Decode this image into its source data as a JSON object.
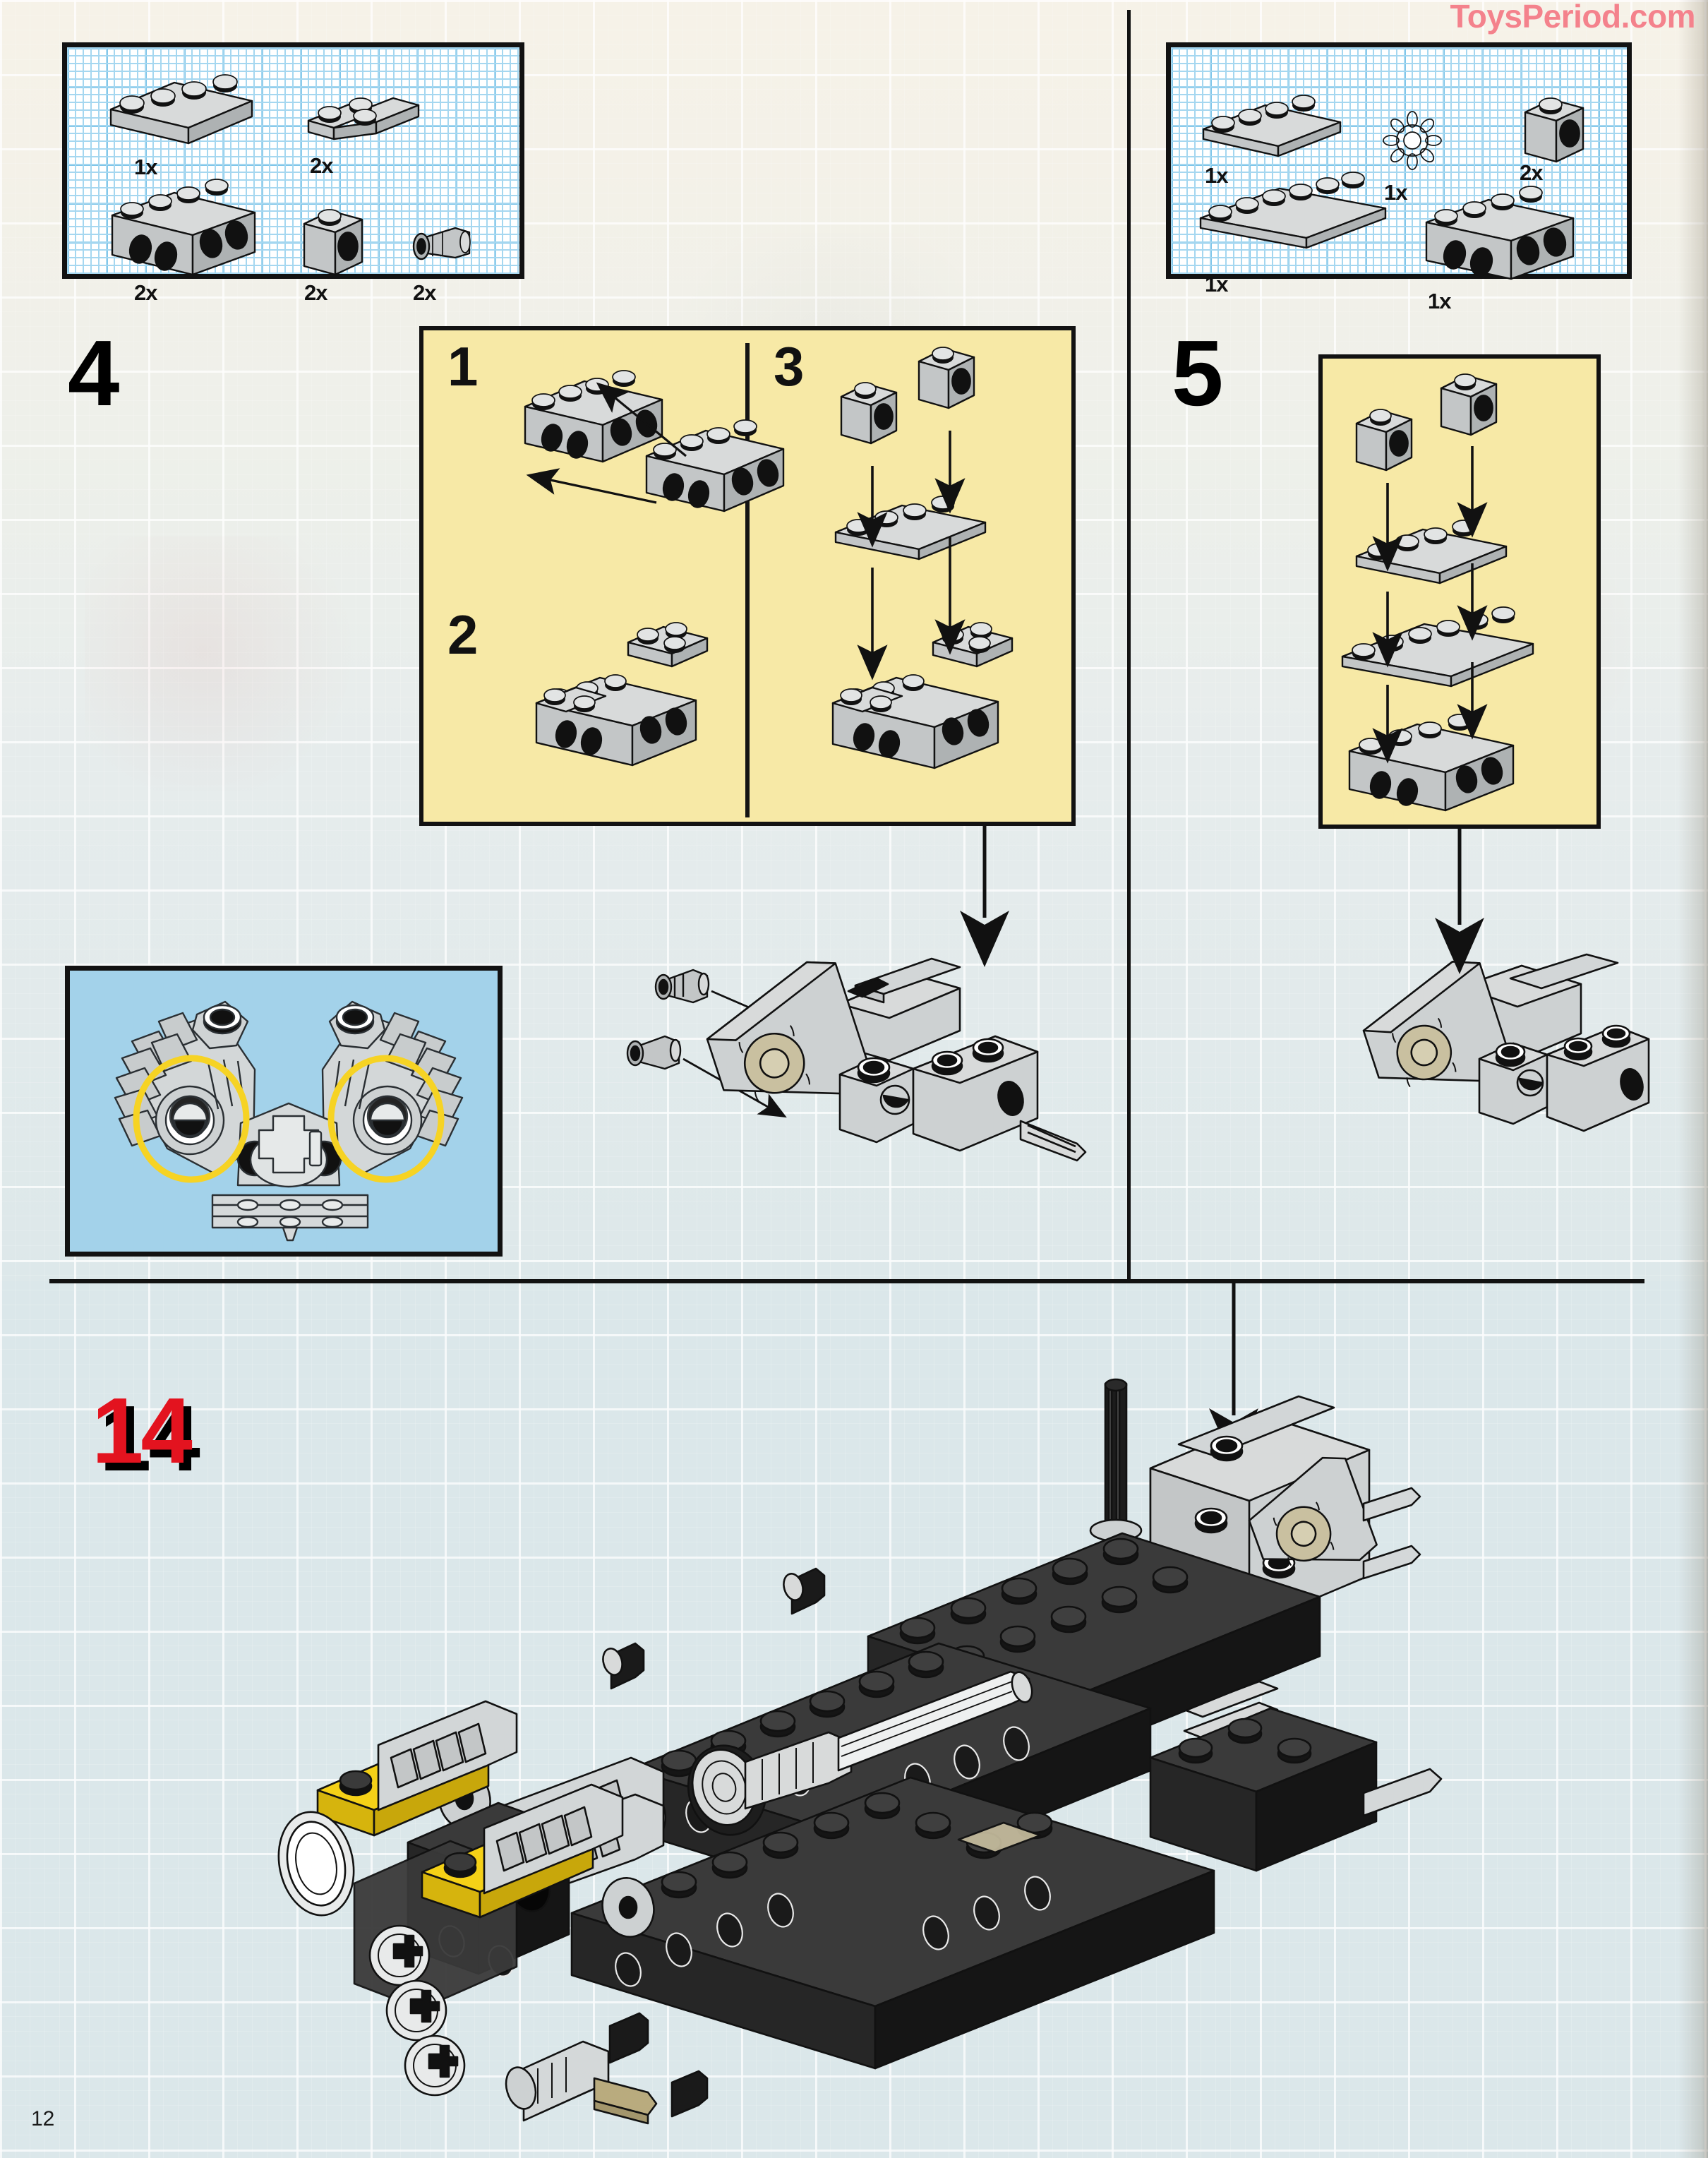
{
  "page": {
    "number": "12",
    "watermark": "ToysPeriod.com",
    "paper_color": "#f3f0e7",
    "grid_color": "#dbe7ea",
    "publisher_note": "LEGO Technic building instructions"
  },
  "steps": [
    {
      "id": "step-4",
      "number": "4",
      "parts_box": {
        "grid_color": "#2fa3dd",
        "parts": [
          {
            "name": "brick-1x4",
            "qty": "1x"
          },
          {
            "name": "plate-2x2-corner",
            "qty": "2x"
          },
          {
            "name": "technic-brick-1x4-holes",
            "qty": "2x"
          },
          {
            "name": "technic-brick-1x1-hole",
            "qty": "2x"
          },
          {
            "name": "technic-bush-half",
            "qty": "2x"
          }
        ]
      },
      "substeps": [
        {
          "label": "1",
          "desc": "join two technic bricks 1x4"
        },
        {
          "label": "2",
          "desc": "add corner plates"
        },
        {
          "label": "3",
          "desc": "add 1x1 technic bricks and 1x4 plate"
        }
      ],
      "detail_callout": {
        "name": "engine-cylinder-detail",
        "background": "#a3d2ea",
        "highlight_color": "#f5d117",
        "highlight_count": 2
      },
      "result": {
        "name": "engine-subassembly-left",
        "pins_added": "2"
      }
    },
    {
      "id": "step-5",
      "number": "5",
      "parts_box": {
        "grid_color": "#2fa3dd",
        "parts": [
          {
            "name": "plate-1x4",
            "qty": "1x"
          },
          {
            "name": "gear-8-tooth",
            "qty": "1x"
          },
          {
            "name": "technic-brick-1x1-hole",
            "qty": "2x"
          },
          {
            "name": "plate-1x6",
            "qty": "1x"
          },
          {
            "name": "technic-brick-1x4-holes",
            "qty": "1x"
          }
        ]
      },
      "result": {
        "name": "engine-subassembly-right"
      }
    }
  ],
  "main_step": {
    "number": "14",
    "number_color": "#e3131f",
    "shadow_color": "#000000",
    "model_name": "motorcycle-chassis-assembly",
    "accent_parts": [
      {
        "name": "yellow-plate-1x2",
        "color": "#f5d117",
        "count": "2"
      },
      {
        "name": "black-technic-beam",
        "color": "#262626"
      },
      {
        "name": "grey-engine-block",
        "color": "#c3c6c7"
      }
    ]
  }
}
